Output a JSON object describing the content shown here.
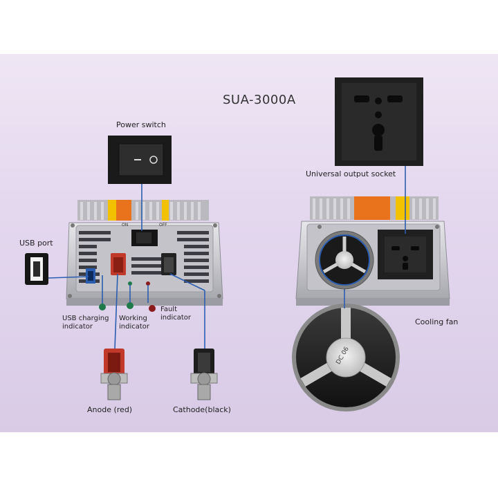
{
  "model": "SUA-3000A",
  "labels": {
    "power_switch": "Power switch",
    "usb_port": "USB port",
    "usb_charging_indicator": "USB charging\nindicator",
    "working_indicator": "Working\nindicator",
    "fault_indicator": "Fault\nindicator",
    "anode": "Anode (red)",
    "cathode": "Cathode(black)",
    "universal_output_socket": "Universal output socket",
    "cooling_fan": "Cooling fan"
  },
  "panel_marks": {
    "on": "ON",
    "off": "OFF",
    "fan_label": "DC\n06"
  },
  "colors": {
    "background": "#e4d8ef",
    "callout_line": "#2a5db0",
    "anode": "#c0392b",
    "cathode": "#222222",
    "fault_dot": "#8b1a1a",
    "indicator_dot": "#1f7a4a",
    "stripe_yellow": "#f2c200",
    "stripe_orange": "#e8731c"
  }
}
